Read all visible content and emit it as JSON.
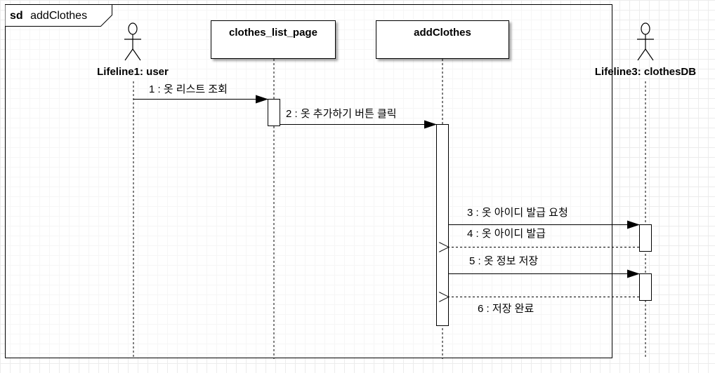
{
  "frame": {
    "keyword": "sd",
    "name": "addClothes"
  },
  "actors": [
    {
      "id": "user",
      "label": "Lifeline1: user"
    },
    {
      "id": "db",
      "label": "Lifeline3: clothesDB"
    }
  ],
  "objects": [
    {
      "id": "list",
      "label": "clothes_list_page"
    },
    {
      "id": "add",
      "label": "addClothes"
    }
  ],
  "messages": [
    {
      "label": "1 : 옷 리스트 조회",
      "kind": "sync",
      "from": "user",
      "to": "list"
    },
    {
      "label": "2 : 옷 추가하기 버튼 클릭",
      "kind": "sync",
      "from": "list",
      "to": "add"
    },
    {
      "label": "3 : 옷 아이디 발급 요청",
      "kind": "sync",
      "from": "add",
      "to": "db"
    },
    {
      "label": "4 : 옷 아이디 발급",
      "kind": "return",
      "from": "db",
      "to": "add"
    },
    {
      "label": "5 : 옷 정보 저장",
      "kind": "sync",
      "from": "add",
      "to": "db"
    },
    {
      "label": "6 : 저장 완료",
      "kind": "return",
      "from": "db",
      "to": "add"
    }
  ]
}
